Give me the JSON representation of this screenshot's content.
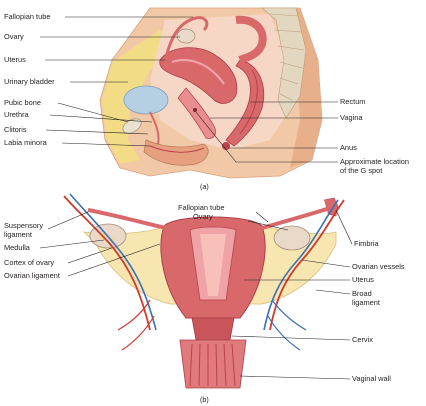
{
  "panel_a": {
    "caption": "(a)",
    "labels": {
      "fallopian_tube": "Fallopian tube",
      "ovary": "Ovary",
      "uterus": "Uterus",
      "urinary_bladder": "Urinary bladder",
      "pubic_bone": "Pubic bone",
      "urethra": "Urethra",
      "clitoris": "Clitoris",
      "labia_minora": "Labia minora",
      "rectum": "Rectum",
      "vagina": "Vagina",
      "anus": "Anus",
      "g_spot_line1": "Approximate location",
      "g_spot_line2": "of the G spot"
    }
  },
  "panel_b": {
    "caption": "(b)",
    "labels": {
      "suspensory_line1": "Suspensory",
      "suspensory_line2": "ligament",
      "medulla": "Medulla",
      "cortex_of_ovary": "Cortex of ovary",
      "ovarian_ligament": "Ovarian ligament",
      "fallopian_tube": "Fallopian tube",
      "ovary": "Ovary",
      "fimbria": "Fimbria",
      "ovarian_vessels": "Ovarian vessels",
      "uterus": "Uterus",
      "broad_line1": "Broad",
      "broad_line2": "ligament",
      "cervix": "Cervix",
      "vaginal_wall": "Vaginal wall"
    }
  },
  "colors": {
    "skin": "#f2c9a6",
    "skin_shadow": "#e0a57f",
    "muscle": "#d9686a",
    "muscle_dark": "#b8434b",
    "mucosa": "#f0a3a6",
    "fat": "#f3dc86",
    "bone": "#e9e2d2",
    "bladder": "#b5cfe3",
    "artery": "#d23a2c",
    "vein": "#3b6fb8",
    "ligament": "#f7e6b0",
    "ovary": "#e8d9c8",
    "leader": "#231f20"
  }
}
